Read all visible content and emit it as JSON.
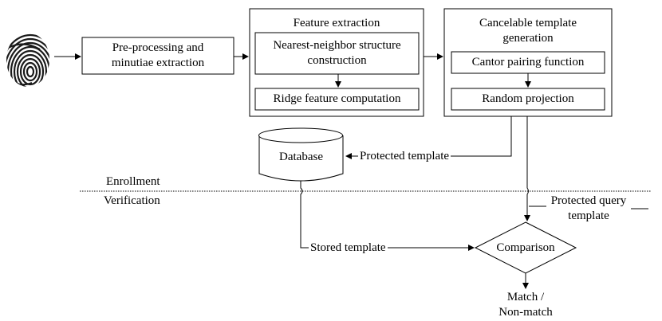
{
  "diagram": {
    "preprocess": {
      "line1": "Pre-processing and",
      "line2": "minutiae extraction"
    },
    "feature_extraction": {
      "title": "Feature extraction",
      "step1_line1": "Nearest-neighbor structure",
      "step1_line2": "construction",
      "step2": "Ridge feature computation"
    },
    "cancelable": {
      "title_line1": "Cancelable template",
      "title_line2": "generation",
      "step1": "Cantor pairing function",
      "step2": "Random projection"
    },
    "database": "Database",
    "protected_template": "Protected template",
    "enrollment": "Enrollment",
    "verification": "Verification",
    "protected_query_line1": "Protected query",
    "protected_query_line2": "template",
    "stored_template": "Stored template",
    "comparison": "Comparison",
    "result_line1": "Match /",
    "result_line2": "Non-match"
  },
  "colors": {
    "stroke": "#000000",
    "background": "#ffffff"
  },
  "icons": {
    "input": "fingerprint-icon"
  }
}
